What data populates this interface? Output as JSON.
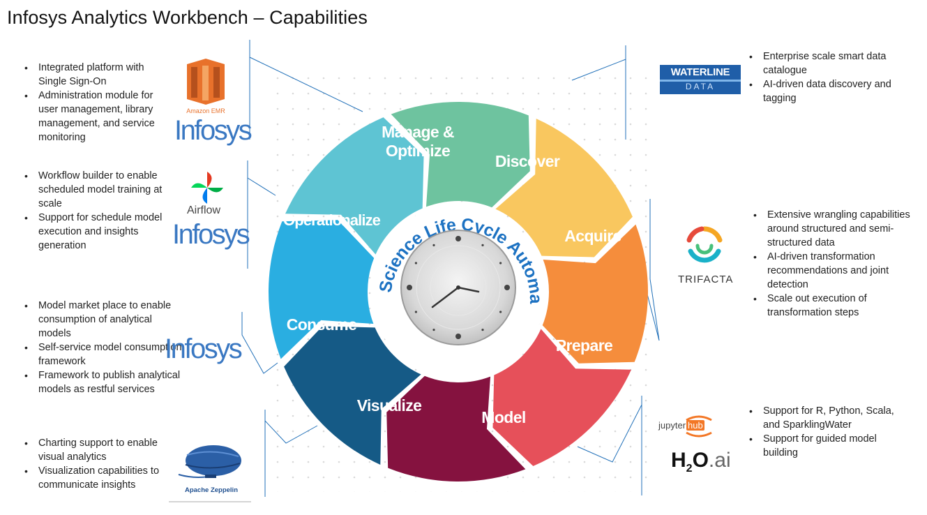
{
  "title": "Infosys Analytics Workbench – Capabilities",
  "center_label": "Data Science Life Cycle Automation",
  "stages": [
    {
      "label": "Discover",
      "color": "#f9c75f"
    },
    {
      "label": "Acquire",
      "color": "#f58d3c"
    },
    {
      "label": "Prepare",
      "color": "#e6505a"
    },
    {
      "label": "Model",
      "color": "#85123f"
    },
    {
      "label": "Visualize",
      "color": "#155a86"
    },
    {
      "label": "Consume",
      "color": "#2aaee1"
    },
    {
      "label": "Operationalize",
      "color": "#5ec4d3"
    },
    {
      "label": "Manage & Optimize",
      "color": "#6ec39f"
    }
  ],
  "left_groups": [
    {
      "bullets": [
        "Integrated platform with Single Sign-On",
        "Administration module for user management, library management, and service monitoring"
      ],
      "logos": [
        "Amazon EMR",
        "Infosys"
      ]
    },
    {
      "bullets": [
        "Workflow builder to enable scheduled model training at scale",
        "Support for schedule model execution and insights generation"
      ],
      "logos": [
        "Airflow",
        "Infosys"
      ]
    },
    {
      "bullets": [
        "Model market place to enable consumption of analytical models",
        "Self-service model consumption framework",
        "Framework to publish analytical models as restful services"
      ],
      "logos": [
        "Infosys"
      ]
    },
    {
      "bullets": [
        "Charting support to enable visual analytics",
        "Visualization capabilities to communicate insights"
      ],
      "logos": [
        "Apache Zeppelin"
      ]
    }
  ],
  "right_groups": [
    {
      "bullets": [
        "Enterprise scale smart data catalogue",
        "AI-driven data discovery and tagging"
      ],
      "logos": [
        "WATERLINE",
        "DATA"
      ]
    },
    {
      "bullets": [
        "Extensive wrangling capabilities around structured and semi-structured data",
        "AI-driven transformation recommendations and joint detection",
        "Scale out execution of transformation steps"
      ],
      "logos": [
        "TRIFACTA"
      ]
    },
    {
      "bullets": [
        "Support for R, Python, Scala, and SparklingWater",
        "Support for guided model building"
      ],
      "logos": [
        "jupyter",
        "hub",
        "H",
        "2",
        "O",
        ".ai"
      ]
    }
  ],
  "colors": {
    "connector": "#1f6fb8",
    "center_text": "#1d72c2",
    "infosys": "#3a78c2"
  }
}
